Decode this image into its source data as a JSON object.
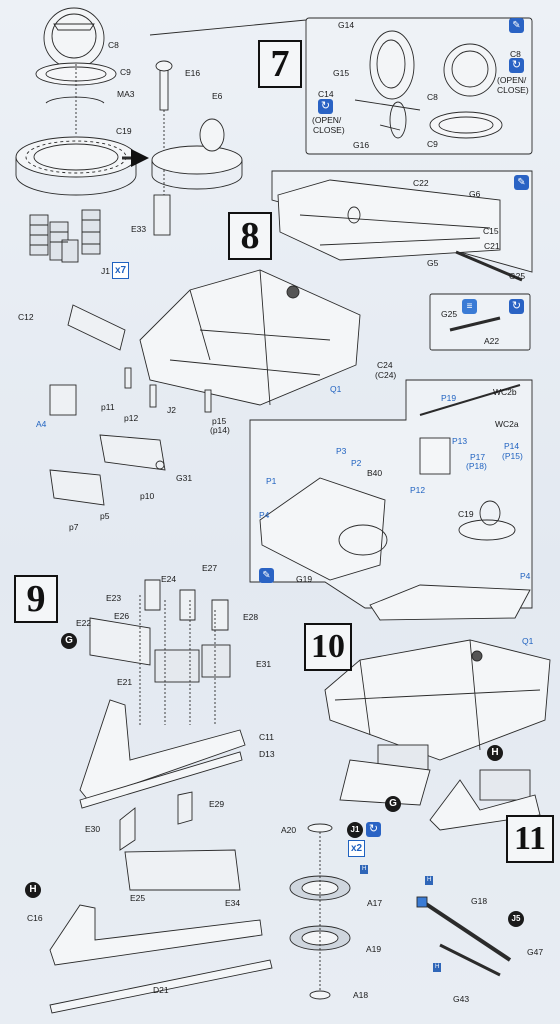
{
  "steps": {
    "s7": "7",
    "s8": "8",
    "s9": "9",
    "s10": "10",
    "s11": "11"
  },
  "labels": {
    "C8a": "C8",
    "C9a": "C9",
    "MA3": "MA3",
    "C19a": "C19",
    "J1": "J1",
    "E16": "E16",
    "E6": "E6",
    "E33": "E33",
    "G14": "G14",
    "G15": "G15",
    "C14": "C14",
    "C8b": "C8",
    "G16": "G16",
    "C8c": "C8",
    "C9b": "C9",
    "open1": "(OPEN/",
    "close1": "CLOSE)",
    "open2": "(OPEN/",
    "close2": "CLOSE)",
    "C22": "C22",
    "G6": "G6",
    "C15": "C15",
    "C21": "C21",
    "G5": "G5",
    "G25a": "G25",
    "G25b": "G25",
    "A22": "A22",
    "C12": "C12",
    "A4": "A4",
    "p11": "p11",
    "p12": "p12",
    "J2": "J2",
    "p15": "p15",
    "p14": "(p14)",
    "C24": "C24",
    "C24b": "(C24)",
    "Q1a": "Q1",
    "G31": "G31",
    "p10": "p10",
    "p5": "p5",
    "p7": "p7",
    "WC2b": "WC2b",
    "WC2a": "WC2a",
    "P19": "P19",
    "P13": "P13",
    "P14": "P14",
    "P15": "(P15)",
    "P17": "P17",
    "P18": "(P18)",
    "P12": "P12",
    "P3": "P3",
    "P2": "P2",
    "B40": "B40",
    "P1": "P1",
    "P4a": "P4",
    "G19": "G19",
    "C19b": "C19",
    "P4b": "P4",
    "E23": "E23",
    "E24": "E24",
    "E27": "E27",
    "E26": "E26",
    "E28": "E28",
    "E22": "E22",
    "E21": "E21",
    "E31": "E31",
    "C11": "C11",
    "D13": "D13",
    "E29": "E29",
    "E30": "E30",
    "E25": "E25",
    "E34": "E34",
    "C16": "C16",
    "D21": "D21",
    "Q1b": "Q1",
    "A20": "A20",
    "A17": "A17",
    "A19": "A19",
    "A18": "A18",
    "G18": "G18",
    "G47": "G47",
    "G43": "G43"
  },
  "markers": {
    "G_a": "G",
    "G_b": "G",
    "H_a": "H",
    "H_b": "H",
    "J1": "J1",
    "J5": "J5"
  },
  "counts": {
    "x7": "x7",
    "x2": "x2"
  },
  "icon_names": [
    "paint-brush-icon",
    "open-close-icon",
    "decal-icon"
  ],
  "colors": {
    "accent_blue": "#2a63c4",
    "line": "#2b2b2b",
    "paper": "#e8edf3"
  }
}
